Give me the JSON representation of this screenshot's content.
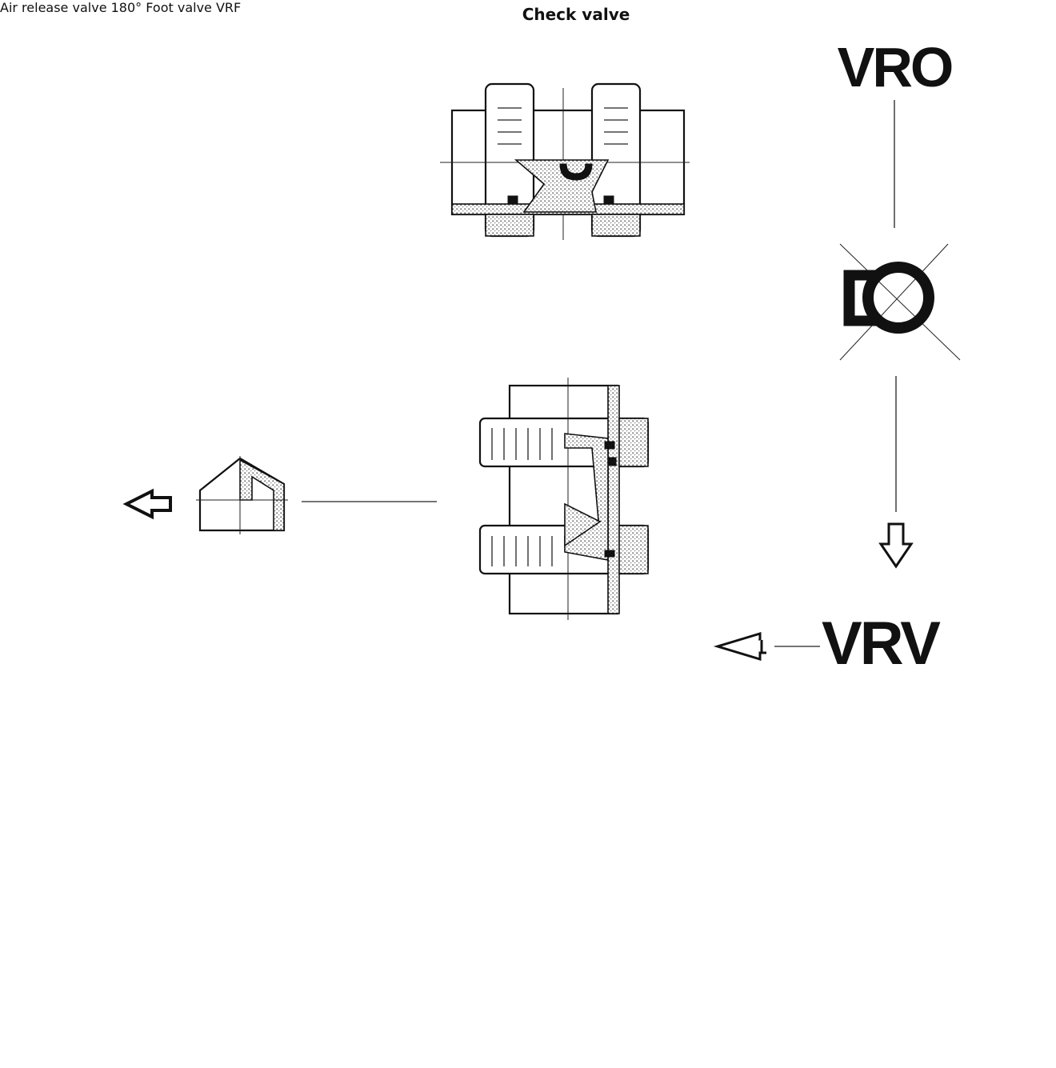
{
  "labels": {
    "check_valve": "Check valve",
    "vro": "VRO",
    "vrv": "VRV",
    "vrf": "VRF",
    "air_release_line1": "Air release",
    "air_release_line2": "valve",
    "foot_line1": "Foot",
    "foot_line2": "valve",
    "angle": "180°"
  },
  "icons": [
    "left-arrow-icon",
    "down-arrow-icon",
    "rotation-arc-icon",
    "ball-symbol-icon"
  ],
  "colors": {
    "ink": "#111111",
    "background": "#ffffff",
    "stipple": "#555555"
  }
}
